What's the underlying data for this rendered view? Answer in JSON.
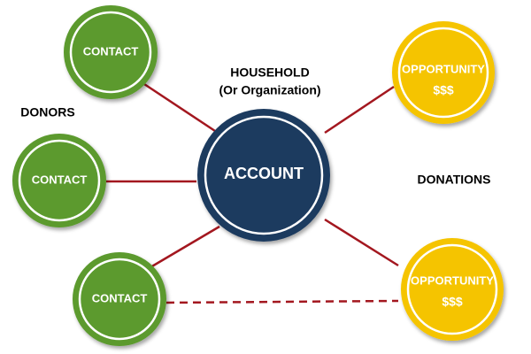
{
  "labels": {
    "household_line1": "HOUSEHOLD",
    "household_line2": "(Or Organization)",
    "donors": "DONORS",
    "donations": "DONATIONS"
  },
  "nodes": {
    "account": "ACCOUNT",
    "contact_top": "CONTACT",
    "contact_middle": "CONTACT",
    "contact_bottom": "CONTACT",
    "opportunity_top": "OPPORTUNITY",
    "opportunity_top_amount": "$$$",
    "opportunity_bottom": "OPPORTUNITY",
    "opportunity_bottom_amount": "$$$"
  },
  "colors": {
    "account_fill": "#1d3a5f",
    "contact_fill": "#5b9a2e",
    "opportunity_fill": "#f5c400",
    "connector": "#a3171f",
    "border": "#ffffff",
    "outline_dark": "#1d3a5f"
  }
}
